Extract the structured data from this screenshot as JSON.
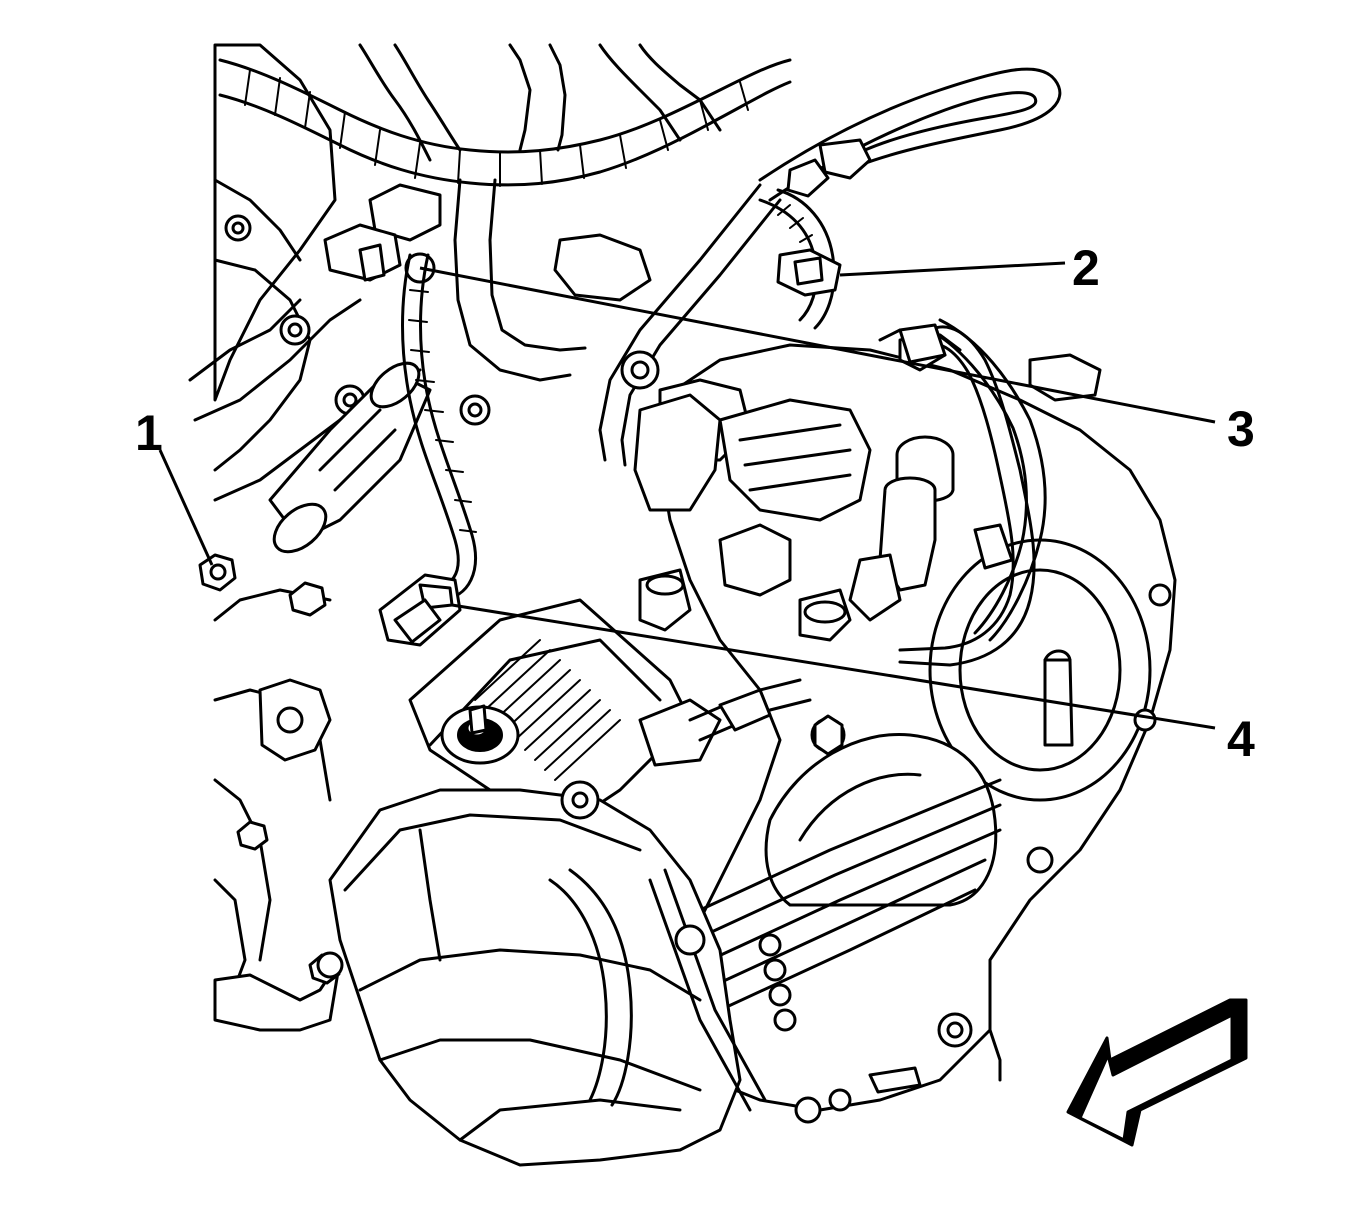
{
  "callouts": [
    {
      "id": "1",
      "label": "1"
    },
    {
      "id": "2",
      "label": "2"
    },
    {
      "id": "3",
      "label": "3"
    },
    {
      "id": "4",
      "label": "4"
    }
  ],
  "icons": {
    "direction_arrow": "front-direction-arrow-icon"
  }
}
